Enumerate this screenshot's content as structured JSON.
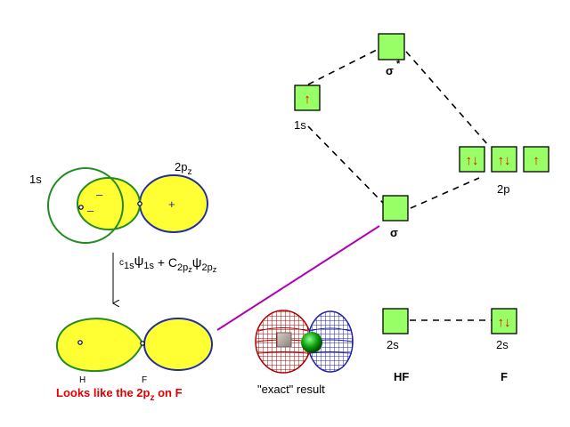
{
  "mo_diagram": {
    "sigma_star": {
      "label": "σ",
      "superscript": "*"
    },
    "sigma": {
      "label": "σ"
    },
    "h_1s": {
      "label": "1s",
      "electrons": "↑"
    },
    "f_2p": {
      "label": "2p",
      "boxes": [
        "↑↓",
        "↑↓",
        "↑"
      ]
    },
    "hf_2s": {
      "label": "2s",
      "column": "HF"
    },
    "f_2s": {
      "label": "2s",
      "electrons": "↑↓",
      "column": "F"
    }
  },
  "orbital_overlap": {
    "label_1s": "1s",
    "label_2p": "2p",
    "label_2p_sub": "z",
    "sign_minus_1": "–",
    "sign_minus_2": "–",
    "sign_plus": "+"
  },
  "combination": {
    "c1": "c",
    "c1_sub": "1s",
    "psi1": "ψ",
    "psi1_sub": "1s",
    "plus": " + ",
    "c2": "C",
    "c2_sub": "2p",
    "c2_subsub": "z",
    "psi2": "ψ",
    "psi2_sub": "2p",
    "psi2_subsub": "z"
  },
  "result_orbital": {
    "h_label": "H",
    "f_label": "F",
    "caption_main": "Looks like the 2p",
    "caption_sub": "z",
    "caption_tail": " on F"
  },
  "exact": {
    "caption": "\"exact\" result"
  },
  "colors": {
    "box_fill": "#99ff66",
    "electron_arrow": "#ff0000",
    "lobe_yellow": "#ffff33",
    "h_outline": "#228b22",
    "f_outline": "#1f2fa0",
    "connector": "#b000b0",
    "caption": "#e00000"
  }
}
